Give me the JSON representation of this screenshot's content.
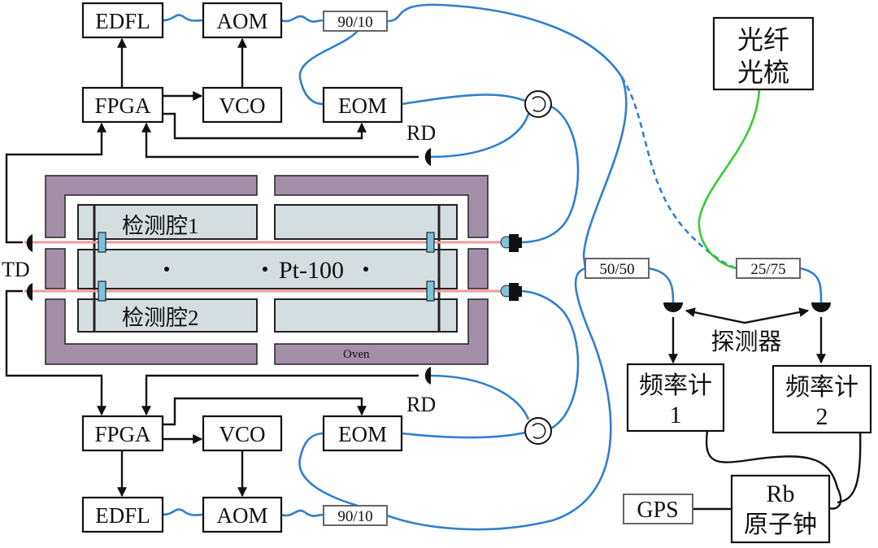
{
  "top_chain": {
    "edfl": "EDFL",
    "aom": "AOM",
    "coupler": "90/10",
    "fpga": "FPGA",
    "vco": "VCO",
    "eom": "EOM",
    "rd": "RD"
  },
  "bottom_chain": {
    "edfl": "EDFL",
    "aom": "AOM",
    "coupler": "90/10",
    "fpga": "FPGA",
    "vco": "VCO",
    "eom": "EOM",
    "rd": "RD"
  },
  "cavity": {
    "td": "TD",
    "cavity1": "检测腔1",
    "cavity2": "检测腔2",
    "sensor": "Pt-100",
    "oven": "Oven"
  },
  "comb": {
    "line1": "光纤",
    "line2": "光梳"
  },
  "couplers": {
    "left": "50/50",
    "right": "25/75"
  },
  "detectors_label": "探测器",
  "counter1": {
    "line1": "频率计",
    "line2": "1"
  },
  "counter2": {
    "line1": "频率计",
    "line2": "2"
  },
  "gps": "GPS",
  "clock": {
    "line1": "Rb",
    "line2": "原子钟"
  },
  "colors": {
    "fiber": "#2f7fd0",
    "comb_fiber": "#33cc33",
    "laser_beam": "#f29a9a",
    "oven": "#a48fa8",
    "cavity": "#d4dde0",
    "mirror": "#7cc4dc"
  }
}
